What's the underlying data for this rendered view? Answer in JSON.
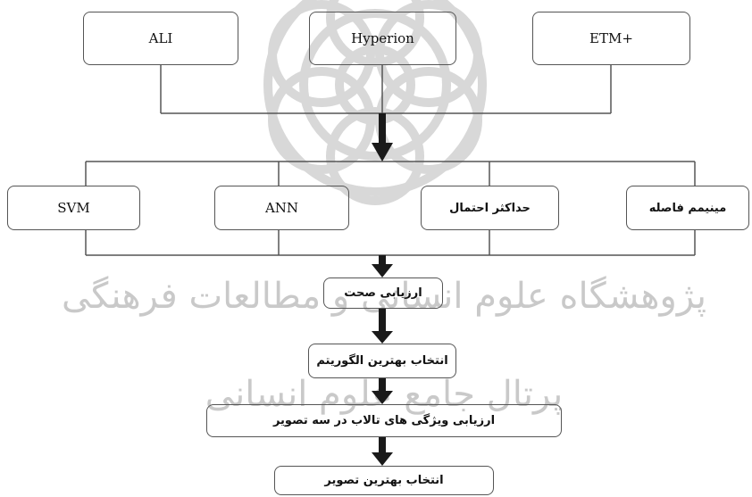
{
  "sensors": [
    "ALI",
    "Hyperion",
    "ETM+"
  ],
  "classifiers": [
    "SVM",
    "ANN",
    "حداکثر احتمال",
    "مینیمم فاصله"
  ],
  "steps": [
    "ارزیابی صحت",
    "انتخاب بهترین الگوریتم",
    "ارزیابی ویژگی های تالاب در سه تصویر",
    "انتخاب بهترین تصویر"
  ],
  "watermark": {
    "line1": "پژوهشگاه علوم انسانی و مطالعات فرهنگی",
    "line2": "پرتال جامع علوم انسانی"
  },
  "colors": {
    "line": "#555555",
    "arrow": "#1a1a1a",
    "watermark": "#c9c9c9"
  }
}
